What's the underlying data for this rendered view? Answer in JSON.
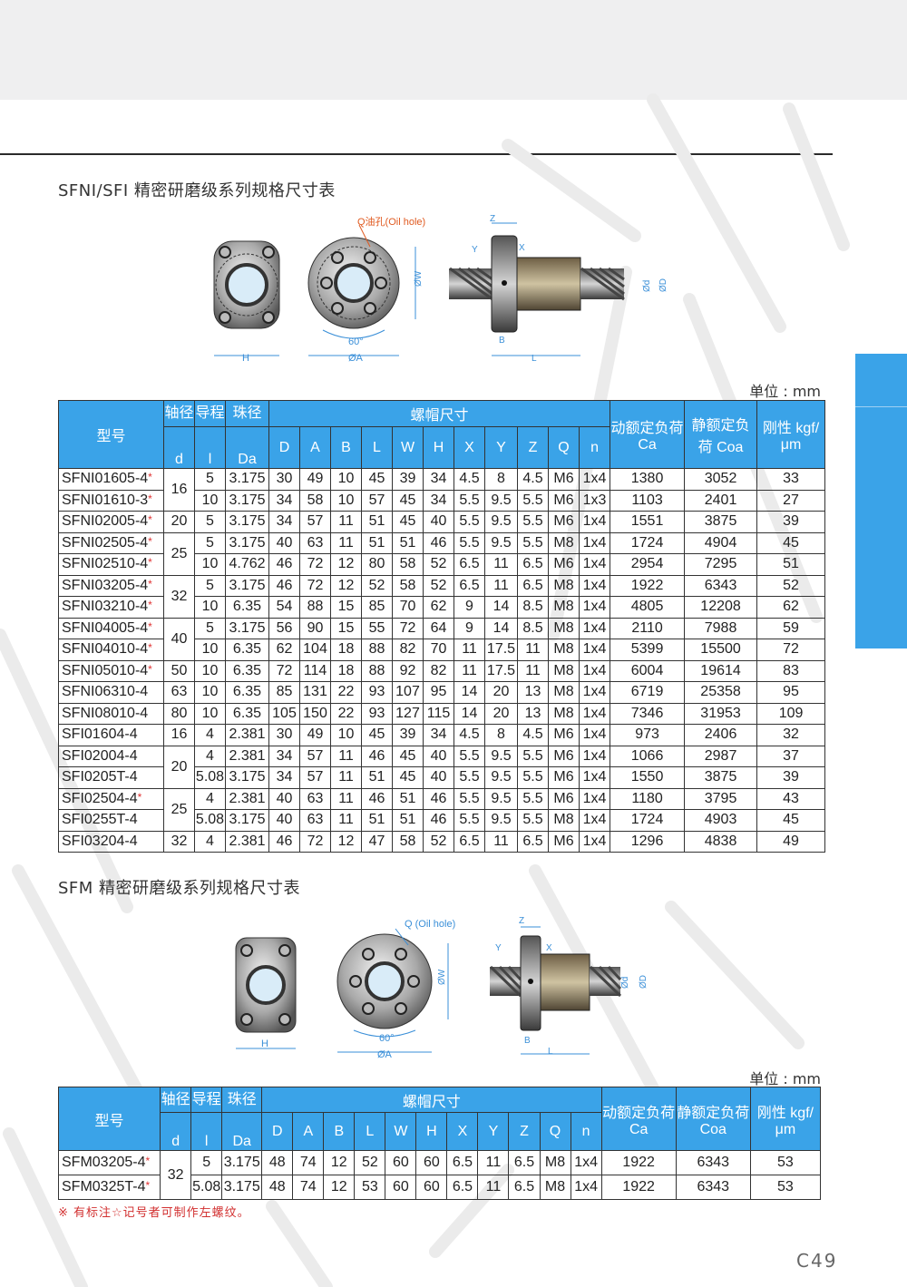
{
  "section1": {
    "title": "SFNI/SFI 精密研磨级系列规格尺寸表",
    "unit": "单位 : mm",
    "drawing": {
      "oil_hole": "Q油孔(Oil hole)",
      "angle": "60°",
      "labels": [
        "H",
        "ØA",
        "ØW",
        "Z",
        "Y",
        "X",
        "B",
        "L",
        "Ød",
        "ØD"
      ]
    },
    "header": {
      "model": "型号",
      "axis": "轴径",
      "axis_sym": "d",
      "lead": "导程",
      "lead_sym": "l",
      "ball": "珠径",
      "ball_sym": "Da",
      "nut": "螺帽尺寸",
      "nut_cols": [
        "D",
        "A",
        "B",
        "L",
        "W",
        "H",
        "X",
        "Y",
        "Z",
        "Q",
        "n"
      ],
      "dyn": "动额定负荷 Ca",
      "stat": "静额定负荷 Coa",
      "rigid": "刚性 kgf/μm"
    },
    "rows": [
      {
        "model": "SFNI01605-4",
        "star": true,
        "d": "16",
        "span": 2,
        "l": "5",
        "da": "3.175",
        "v": [
          "30",
          "49",
          "10",
          "45",
          "39",
          "34",
          "4.5",
          "8",
          "4.5",
          "M6",
          "1x4"
        ],
        "ca": "1380",
        "coa": "3052",
        "k": "33"
      },
      {
        "model": "SFNI01610-3",
        "star": true,
        "d": null,
        "l": "10",
        "da": "3.175",
        "v": [
          "34",
          "58",
          "10",
          "57",
          "45",
          "34",
          "5.5",
          "9.5",
          "5.5",
          "M6",
          "1x3"
        ],
        "ca": "1103",
        "coa": "2401",
        "k": "27"
      },
      {
        "model": "SFNI02005-4",
        "star": true,
        "d": "20",
        "span": 1,
        "l": "5",
        "da": "3.175",
        "v": [
          "34",
          "57",
          "11",
          "51",
          "45",
          "40",
          "5.5",
          "9.5",
          "5.5",
          "M6",
          "1x4"
        ],
        "ca": "1551",
        "coa": "3875",
        "k": "39"
      },
      {
        "model": "SFNI02505-4",
        "star": true,
        "d": "25",
        "span": 2,
        "l": "5",
        "da": "3.175",
        "v": [
          "40",
          "63",
          "11",
          "51",
          "51",
          "46",
          "5.5",
          "9.5",
          "5.5",
          "M8",
          "1x4"
        ],
        "ca": "1724",
        "coa": "4904",
        "k": "45"
      },
      {
        "model": "SFNI02510-4",
        "star": true,
        "d": null,
        "l": "10",
        "da": "4.762",
        "v": [
          "46",
          "72",
          "12",
          "80",
          "58",
          "52",
          "6.5",
          "11",
          "6.5",
          "M6",
          "1x4"
        ],
        "ca": "2954",
        "coa": "7295",
        "k": "51"
      },
      {
        "model": "SFNI03205-4",
        "star": true,
        "d": "32",
        "span": 2,
        "l": "5",
        "da": "3.175",
        "v": [
          "46",
          "72",
          "12",
          "52",
          "58",
          "52",
          "6.5",
          "11",
          "6.5",
          "M8",
          "1x4"
        ],
        "ca": "1922",
        "coa": "6343",
        "k": "52"
      },
      {
        "model": "SFNI03210-4",
        "star": true,
        "d": null,
        "l": "10",
        "da": "6.35",
        "v": [
          "54",
          "88",
          "15",
          "85",
          "70",
          "62",
          "9",
          "14",
          "8.5",
          "M8",
          "1x4"
        ],
        "ca": "4805",
        "coa": "12208",
        "k": "62"
      },
      {
        "model": "SFNI04005-4",
        "star": true,
        "d": "40",
        "span": 2,
        "l": "5",
        "da": "3.175",
        "v": [
          "56",
          "90",
          "15",
          "55",
          "72",
          "64",
          "9",
          "14",
          "8.5",
          "M8",
          "1x4"
        ],
        "ca": "2110",
        "coa": "7988",
        "k": "59"
      },
      {
        "model": "SFNI04010-4",
        "star": true,
        "d": null,
        "l": "10",
        "da": "6.35",
        "v": [
          "62",
          "104",
          "18",
          "88",
          "82",
          "70",
          "11",
          "17.5",
          "11",
          "M8",
          "1x4"
        ],
        "ca": "5399",
        "coa": "15500",
        "k": "72"
      },
      {
        "model": "SFNI05010-4",
        "star": true,
        "d": "50",
        "span": 1,
        "l": "10",
        "da": "6.35",
        "v": [
          "72",
          "114",
          "18",
          "88",
          "92",
          "82",
          "11",
          "17.5",
          "11",
          "M8",
          "1x4"
        ],
        "ca": "6004",
        "coa": "19614",
        "k": "83"
      },
      {
        "model": "SFNI06310-4",
        "star": false,
        "d": "63",
        "span": 1,
        "l": "10",
        "da": "6.35",
        "v": [
          "85",
          "131",
          "22",
          "93",
          "107",
          "95",
          "14",
          "20",
          "13",
          "M8",
          "1x4"
        ],
        "ca": "6719",
        "coa": "25358",
        "k": "95"
      },
      {
        "model": "SFNI08010-4",
        "star": false,
        "d": "80",
        "span": 1,
        "l": "10",
        "da": "6.35",
        "v": [
          "105",
          "150",
          "22",
          "93",
          "127",
          "115",
          "14",
          "20",
          "13",
          "M8",
          "1x4"
        ],
        "ca": "7346",
        "coa": "31953",
        "k": "109"
      },
      {
        "model": "SFI01604-4",
        "star": false,
        "d": "16",
        "span": 1,
        "l": "4",
        "da": "2.381",
        "v": [
          "30",
          "49",
          "10",
          "45",
          "39",
          "34",
          "4.5",
          "8",
          "4.5",
          "M6",
          "1x4"
        ],
        "ca": "973",
        "coa": "2406",
        "k": "32"
      },
      {
        "model": "SFI02004-4",
        "star": false,
        "d": "20",
        "span": 2,
        "l": "4",
        "da": "2.381",
        "v": [
          "34",
          "57",
          "11",
          "46",
          "45",
          "40",
          "5.5",
          "9.5",
          "5.5",
          "M6",
          "1x4"
        ],
        "ca": "1066",
        "coa": "2987",
        "k": "37"
      },
      {
        "model": "SFI0205T-4",
        "star": false,
        "d": null,
        "l": "5.08",
        "da": "3.175",
        "v": [
          "34",
          "57",
          "11",
          "51",
          "45",
          "40",
          "5.5",
          "9.5",
          "5.5",
          "M6",
          "1x4"
        ],
        "ca": "1550",
        "coa": "3875",
        "k": "39"
      },
      {
        "model": "SFI02504-4",
        "star": true,
        "d": "25",
        "span": 2,
        "l": "4",
        "da": "2.381",
        "v": [
          "40",
          "63",
          "11",
          "46",
          "51",
          "46",
          "5.5",
          "9.5",
          "5.5",
          "M6",
          "1x4"
        ],
        "ca": "1180",
        "coa": "3795",
        "k": "43"
      },
      {
        "model": "SFI0255T-4",
        "star": false,
        "d": null,
        "l": "5.08",
        "da": "3.175",
        "v": [
          "40",
          "63",
          "11",
          "51",
          "51",
          "46",
          "5.5",
          "9.5",
          "5.5",
          "M8",
          "1x4"
        ],
        "ca": "1724",
        "coa": "4903",
        "k": "45"
      },
      {
        "model": "SFI03204-4",
        "star": false,
        "d": "32",
        "span": 1,
        "l": "4",
        "da": "2.381",
        "v": [
          "46",
          "72",
          "12",
          "47",
          "58",
          "52",
          "6.5",
          "11",
          "6.5",
          "M6",
          "1x4"
        ],
        "ca": "1296",
        "coa": "4838",
        "k": "49"
      }
    ]
  },
  "section2": {
    "title": "SFM 精密研磨级系列规格尺寸表",
    "unit": "单位 : mm",
    "drawing": {
      "oil_hole": "Q (Oil hole)",
      "angle": "60°",
      "labels": [
        "H",
        "ØA",
        "ØW",
        "Z",
        "Y",
        "X",
        "B",
        "L",
        "Ød",
        "ØD"
      ]
    },
    "rows": [
      {
        "model": "SFM03205-4",
        "star": true,
        "d": "32",
        "span": 2,
        "l": "5",
        "da": "3.175",
        "v": [
          "48",
          "74",
          "12",
          "52",
          "60",
          "60",
          "6.5",
          "11",
          "6.5",
          "M8",
          "1x4"
        ],
        "ca": "1922",
        "coa": "6343",
        "k": "53"
      },
      {
        "model": "SFM0325T-4",
        "star": true,
        "d": null,
        "l": "5.08",
        "da": "3.175",
        "v": [
          "48",
          "74",
          "12",
          "53",
          "60",
          "60",
          "6.5",
          "11",
          "6.5",
          "M8",
          "1x4"
        ],
        "ca": "1922",
        "coa": "6343",
        "k": "53"
      }
    ]
  },
  "footnote": "※  有标注☆记号者可制作左螺纹。",
  "page_number": "C49",
  "colors": {
    "header_blue": "#3aa3e8",
    "star_red": "#e03030",
    "side_tab": "#3aa3e8"
  }
}
